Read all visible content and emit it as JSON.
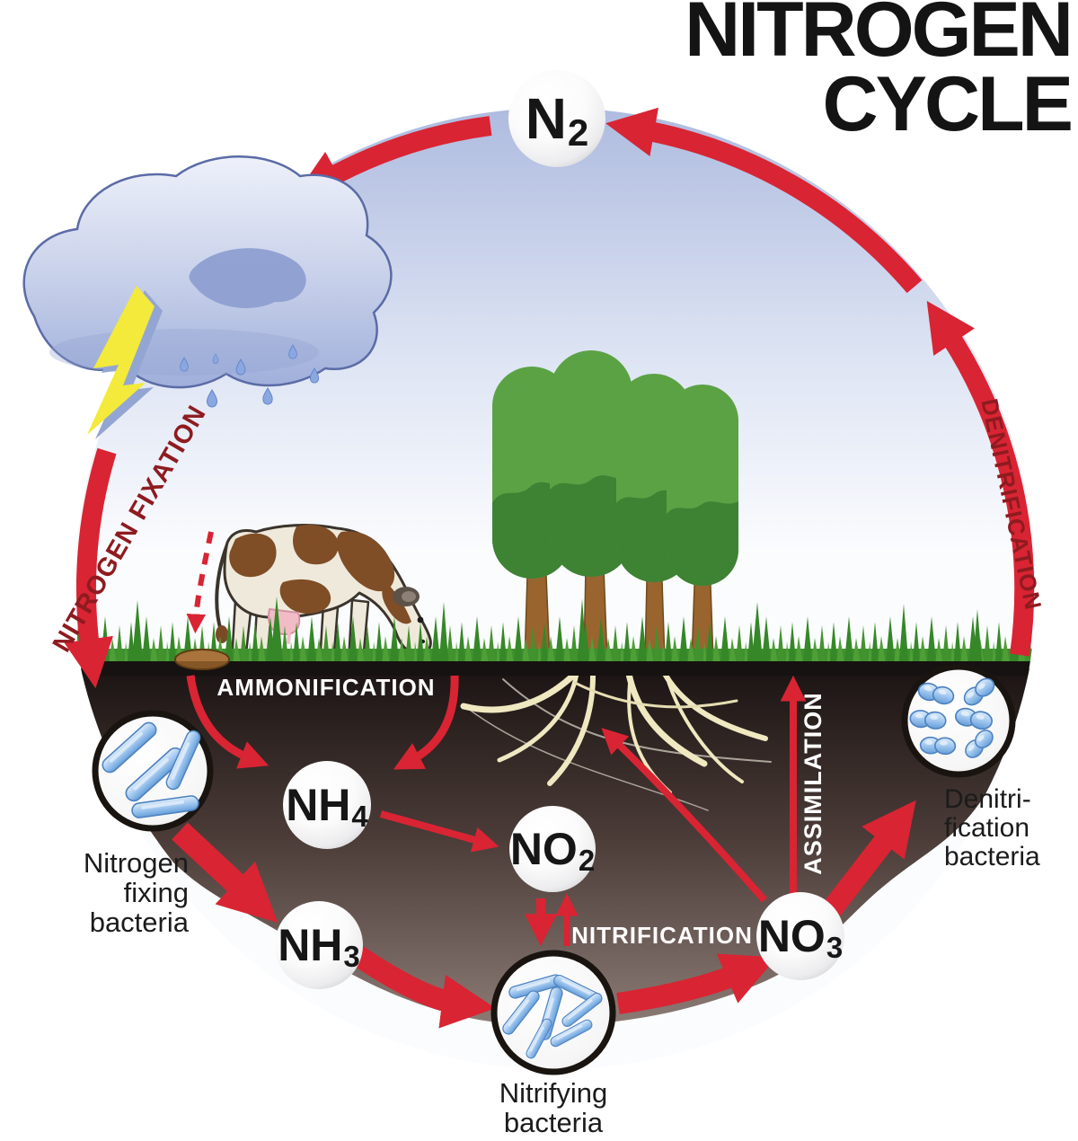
{
  "title": {
    "line1": "NITROGEN",
    "line2": "CYCLE"
  },
  "molecules": {
    "n2": {
      "symbol": "N",
      "subscript": "2"
    },
    "nh4": {
      "symbol": "NH",
      "subscript": "4"
    },
    "no2": {
      "symbol": "NO",
      "subscript": "2"
    },
    "nh3": {
      "symbol": "NH",
      "subscript": "3"
    },
    "no3": {
      "symbol": "NO",
      "subscript": "3"
    }
  },
  "process_labels": {
    "nitrogen_fixation": "NITROGEN FIXATION",
    "denitrification": "DENITRIFICATION",
    "ammonification": "AMMONIFICATION",
    "nitrification": "NITRIFICATION",
    "assimilation": "ASSIMILATION"
  },
  "bacteria_labels": {
    "nitrogen_fixing": {
      "line1": "Nitrogen",
      "line2": "fixing",
      "line3": "bacteria"
    },
    "nitrifying": {
      "line1": "Nitrifying",
      "line2": "bacteria"
    },
    "denitrifying": {
      "line1": "Denitri-",
      "line2": "fication",
      "line3": "bacteria"
    }
  },
  "cycle_arrows": [
    {
      "from": "N2",
      "to": "rain cloud"
    },
    {
      "from": "rain cloud / lightning",
      "to": "soil",
      "label": "NITROGEN FIXATION"
    },
    {
      "from": "nitrogen fixing bacteria",
      "to": "NH3"
    },
    {
      "from": "cow waste",
      "to": "NH4",
      "label": "AMMONIFICATION"
    },
    {
      "from": "NH4",
      "to": "NO2"
    },
    {
      "from": "NO2",
      "to": "nitrifying bacteria",
      "label": "NITRIFICATION"
    },
    {
      "from": "nitrifying bacteria",
      "to": "NO2",
      "label": "NITRIFICATION"
    },
    {
      "from": "NH3",
      "to": "nitrifying bacteria"
    },
    {
      "from": "nitrifying bacteria",
      "to": "NO3"
    },
    {
      "from": "NO3",
      "to": "plant roots",
      "label": "ASSIMILATION"
    },
    {
      "from": "NO3",
      "to": "denitrification bacteria"
    },
    {
      "from": "denitrification bacteria",
      "to": "N2",
      "label": "DENITRIFICATION"
    }
  ],
  "colors": {
    "arrow_red": "#d92433",
    "label_maroon": "#8e1b20",
    "white_label": "#ffffff",
    "title_black": "#141414",
    "text_black": "#1b1b1b",
    "sky_top": "#aebbdf",
    "soil_dark": "#1c1514",
    "soil_light": "#8e7d77",
    "grass_green": "#3f9130",
    "bacteria_blue": "#9cc4ee"
  }
}
